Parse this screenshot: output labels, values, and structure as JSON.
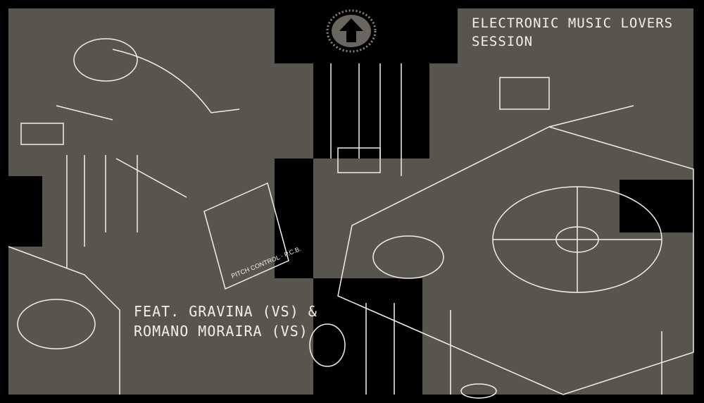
{
  "poster": {
    "title_line1": "ELECTRONIC MUSIC LOVERS",
    "title_line2": "SESSION",
    "feat_line1": "FEAT. GRAVINA (VS) &",
    "feat_line2": "ROMANO MORAIRA (VS)",
    "diagram_labels": [
      "PITCH CONTROL",
      "P.C.B."
    ]
  },
  "colors": {
    "background": "#000000",
    "panel": "#58554f",
    "line": "#f2f0ea"
  }
}
